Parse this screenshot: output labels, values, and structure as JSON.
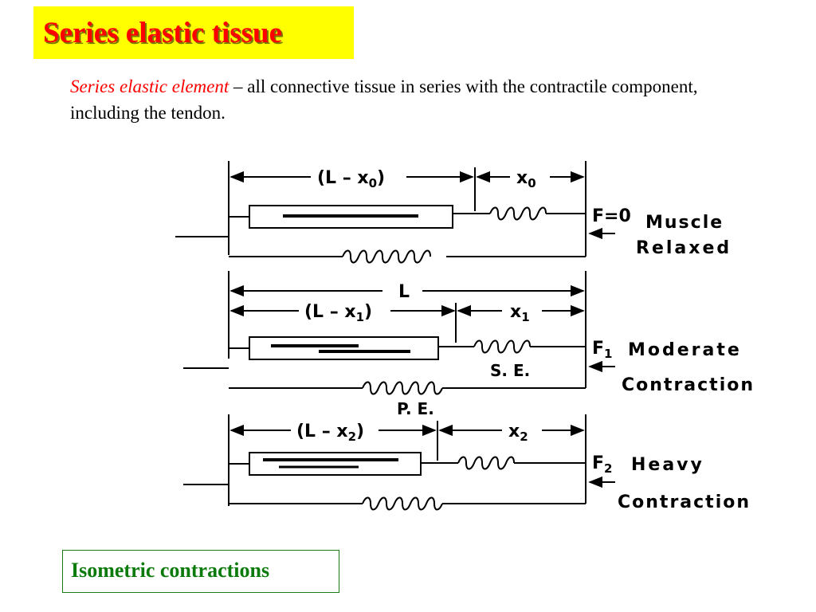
{
  "title": "Series elastic tissue",
  "definition": {
    "term": "Series elastic element",
    "text": " – all connective tissue in series with the contractile component, including the tendon."
  },
  "diagram": {
    "panel1": {
      "dim_left": "(L – x",
      "dim_left_sub": "0",
      "dim_left_close": ")",
      "dim_right": "x",
      "dim_right_sub": "0",
      "force": "F=0",
      "state_line1": "Muscle",
      "state_line2": "Relaxed"
    },
    "panel2": {
      "total_length": "L",
      "dim_left": "(L – x",
      "dim_left_sub": "1",
      "dim_left_close": ")",
      "dim_right": "x",
      "dim_right_sub": "1",
      "force": "F",
      "force_sub": "1",
      "series_elastic": "S. E.",
      "parallel_elastic": "P. E.",
      "state_line1": "Moderate",
      "state_line2": "Contraction"
    },
    "panel3": {
      "dim_left": "(L – x",
      "dim_left_sub": "2",
      "dim_left_close": ")",
      "dim_right": "x",
      "dim_right_sub": "2",
      "force": "F",
      "force_sub": "2",
      "state_line1": "Heavy",
      "state_line2": "Contraction"
    }
  },
  "footer": "Isometric contractions",
  "colors": {
    "title_bg": "#ffff00",
    "title_text": "#ff0000",
    "term": "#ff0000",
    "footer_text": "#0a7a0a",
    "footer_border": "#1a7a1a"
  }
}
